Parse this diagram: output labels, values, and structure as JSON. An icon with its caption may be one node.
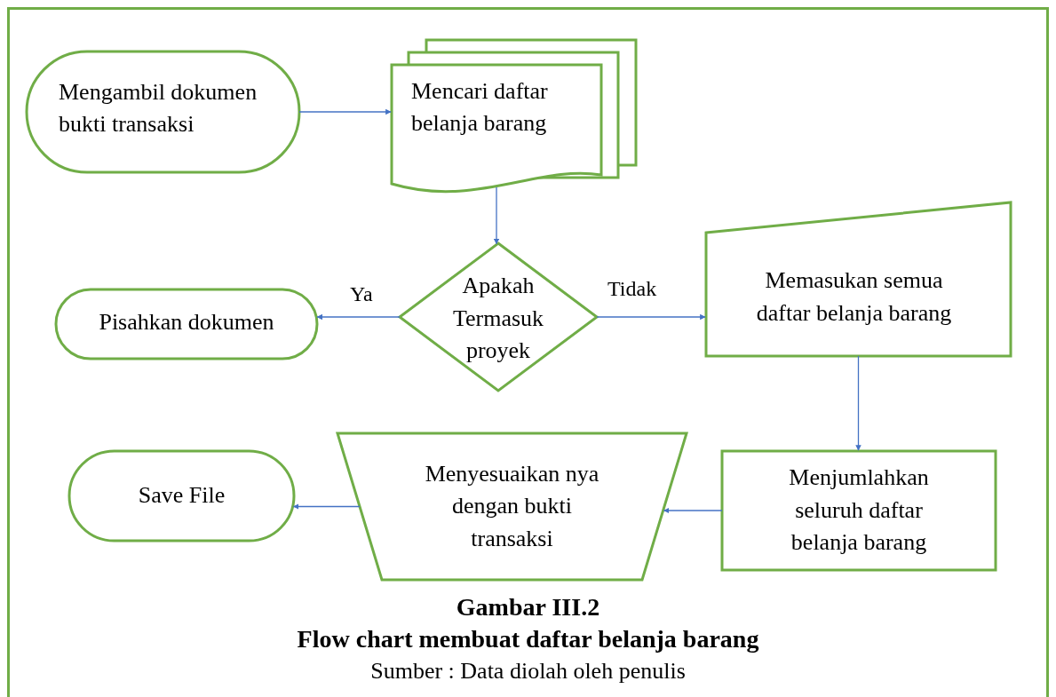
{
  "diagram": {
    "title": "Gambar III.2",
    "caption": "Flow chart membuat daftar belanja barang",
    "nodes": [
      {
        "text": [
          "Mengambil dokumen bukti transaksi"
        ]
      },
      {
        "text": [
          "Mencari daftar belanja barang"
        ]
      },
      {
        "text": [
          "Apakah Termasuk proyek"
        ]
      },
      {
        "text": [
          "Pisahkan dokumen"
        ]
      },
      {
        "text": [
          "Memasukan semua daftar belanja barang"
        ]
      },
      {
        "text": [
          "Menjumlahkan seluruh daftar belanja barang"
        ]
      },
      {
        "text": [
          "Menyesuaikan nya dengan bukti transaksi"
        ]
      },
      {
        "text": [
          "Save File"
        ]
      }
    ],
    "edges": [
      {
        "from": 0,
        "to": 1,
        "arrow": "to"
      },
      {
        "from": 1,
        "to": 2,
        "arrow": "to"
      },
      {
        "from": 2,
        "to": 3,
        "arrow": "to",
        "label": "Ya"
      },
      {
        "from": 2,
        "to": 4,
        "arrow": "to",
        "label": "Tidak"
      },
      {
        "from": 4,
        "to": 5,
        "arrow": "to"
      },
      {
        "from": 5,
        "to": 6,
        "arrow": "to"
      },
      {
        "from": 6,
        "to": 7,
        "arrow": "to"
      }
    ],
    "labels": [
      "Sumber : Data diolah oleh penulis"
    ]
  }
}
